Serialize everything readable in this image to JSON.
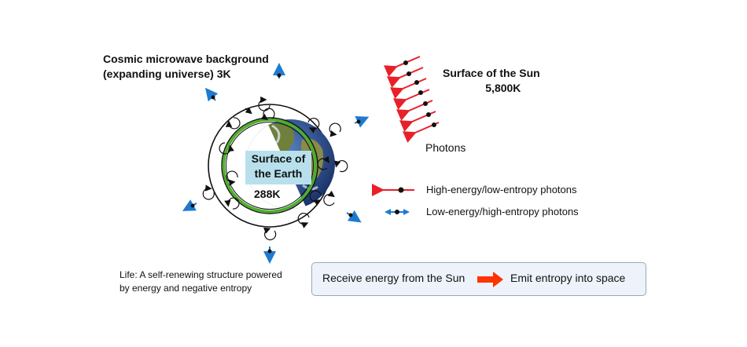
{
  "cmb": {
    "line1": "Cosmic microwave background",
    "line2": "(expanding universe) 3K"
  },
  "sun": {
    "line1": "Surface of the Sun",
    "line2": "5,800K"
  },
  "photons_label": "Photons",
  "earth": {
    "line1": "Surface of",
    "line2": "the Earth",
    "temp": "288K"
  },
  "legend": {
    "high": "High-energy/low-entropy photons",
    "low": "Low-energy/high-entropy photons"
  },
  "life": {
    "line1": "Life: A self-renewing structure powered",
    "line2": "by energy and negative entropy"
  },
  "flow": {
    "left": "Receive energy from the Sun",
    "right": "Emit entropy into space"
  },
  "colors": {
    "high_photon": "#e8202a",
    "low_photon": "#1f7ad1",
    "ring": "#4caf2a",
    "arrow": "#ff3300",
    "box_bg": "#eef3fb"
  }
}
